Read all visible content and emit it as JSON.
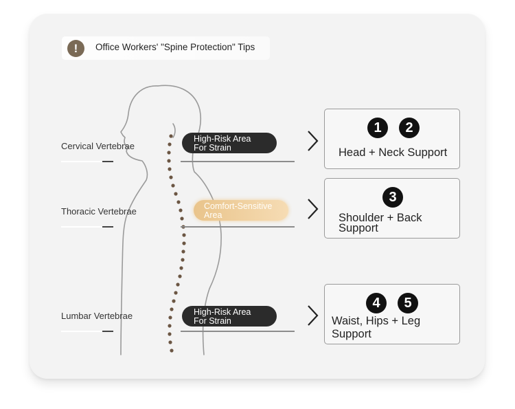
{
  "header": {
    "icon": "exclamation-icon",
    "icon_glyph": "!",
    "title": "Office Workers' \"Spine Protection\" Tips"
  },
  "vertebrae": [
    {
      "label": "Cervical Vertebrae",
      "zone": "High-Risk Area For Strain",
      "zone_line1": "High-Risk Area",
      "zone_line2": "For Strain",
      "zone_style": "dark"
    },
    {
      "label": "Thoracic Vertebrae",
      "zone": "Comfort-Sensitive Area",
      "zone_line1": "Comfort-Sensitive",
      "zone_line2": "Area",
      "zone_style": "light"
    },
    {
      "label": "Lumbar Vertebrae",
      "zone": "High-Risk Area For Strain",
      "zone_line1": "High-Risk Area",
      "zone_line2": "For Strain",
      "zone_style": "dark"
    }
  ],
  "supports": [
    {
      "numbers": [
        "1",
        "2"
      ],
      "line1": "Head + Neck Support",
      "line2": ""
    },
    {
      "numbers": [
        "3"
      ],
      "line1": "Shoulder + Back",
      "line2": "Support"
    },
    {
      "numbers": [
        "4",
        "5"
      ],
      "line1": "Waist, Hips + Leg",
      "line2": "Support"
    }
  ],
  "colors": {
    "accent_dark": "#2b2b2b",
    "accent_light": "#f0cf9c",
    "spine_dots": "#6b5643",
    "icon_bg": "#7a6a56"
  }
}
